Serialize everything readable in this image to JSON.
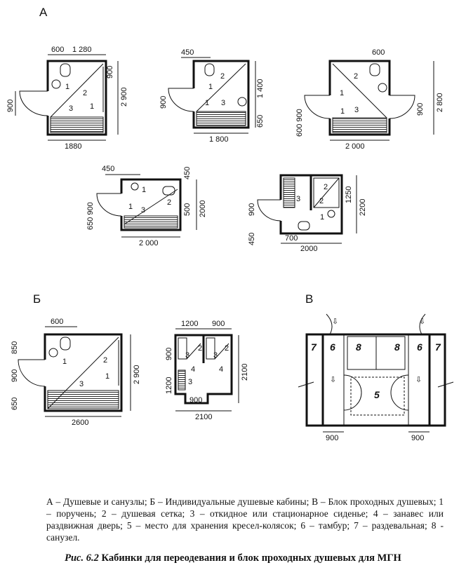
{
  "sections": {
    "a": "А",
    "b": "Б",
    "v": "В"
  },
  "plan1": {
    "d_600": "600",
    "d_1280": "1 280",
    "d_900_top": "900",
    "d_2900": "2 900",
    "d_900_door": "900",
    "d_1880": "1880",
    "l1a": "1",
    "l2": "2",
    "l1b": "1",
    "l3": "3"
  },
  "plan2": {
    "d_450": "450",
    "d_1400": "1 400",
    "d_900": "900",
    "d_650": "650",
    "d_1800": "1 800",
    "l2": "2",
    "l1a": "1",
    "l1b": "1",
    "l3": "3"
  },
  "plan3": {
    "d_600": "600",
    "d_2800": "2 800",
    "d_600_900": "600 900",
    "d_900": "900",
    "d_2000": "2 000",
    "l2": "2",
    "l1a": "1",
    "l1b": "1",
    "l3": "3"
  },
  "plan4": {
    "d_450a": "450",
    "d_450b": "450",
    "d_650_900": "650 900",
    "d_500": "500",
    "d_2000v": "2000",
    "d_2000": "2 000",
    "l1a": "1",
    "l2": "2",
    "l1b": "1",
    "l3": "3"
  },
  "plan5": {
    "d_1250": "1250",
    "d_2200": "2200",
    "d_900": "900",
    "d_450": "450",
    "d_700": "700",
    "d_2000": "2000",
    "l3": "3",
    "l2a": "2",
    "l2b": "2",
    "l1": "1"
  },
  "plan6": {
    "d_600": "600",
    "d_850": "850",
    "d_900": "900",
    "d_650": "650",
    "d_2900": "2 900",
    "d_2600": "2600",
    "l1a": "1",
    "l2": "2",
    "l1b": "1",
    "l3": "3"
  },
  "plan7": {
    "d_1200": "1200",
    "d_900top": "900",
    "d_900v": "900",
    "d_1200v": "1200",
    "d_2100v": "2100",
    "d_900": "900",
    "d_2100": "2100",
    "l2a": "2",
    "l2b": "2",
    "l3a": "3",
    "l3b": "3",
    "l4a": "4",
    "l4b": "4",
    "l3c": "3"
  },
  "plan8": {
    "n7a": "7",
    "n6a": "6",
    "n8a": "8",
    "n8b": "8",
    "n6b": "6",
    "n7b": "7",
    "n5": "5",
    "d_900a": "900",
    "d_900b": "900"
  },
  "legend": "А – Душевые и санузлы; Б – Индивидуальные душевые кабины; В – Блок проходных душевых; 1 – поручень; 2 – душевая сетка; 3 – откидное или стационарное сиденье; 4 – занавес или раздвижная дверь; 5 – место для хранения кресел-колясок; 6 – тамбур; 7 – раздевальная; 8 - санузел.",
  "caption": {
    "number": "Рис. 6.2",
    "title": "Кабинки для переодевания и блок проходных душевых для МГН"
  }
}
